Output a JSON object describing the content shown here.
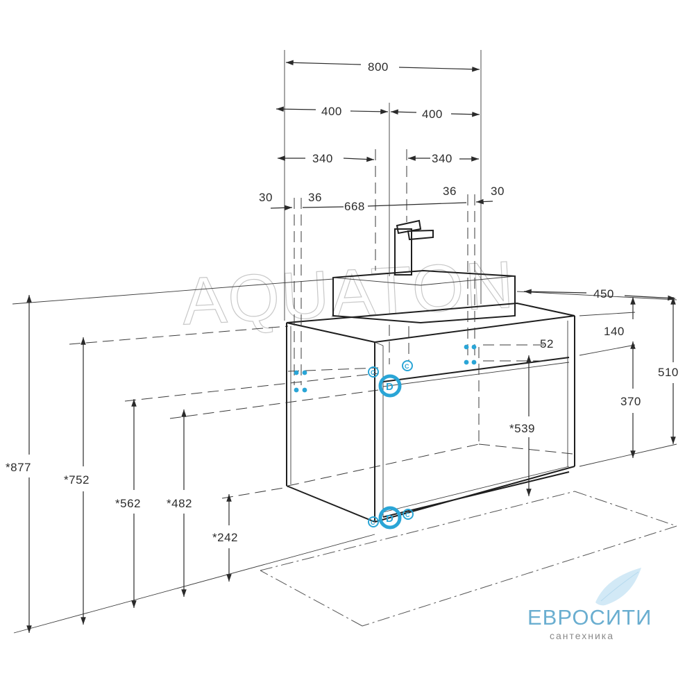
{
  "watermark": "AQUATON",
  "dimensions": {
    "total_width": "800",
    "half_left": "400",
    "half_right": "400",
    "offset_left": "340",
    "offset_right": "340",
    "edge_left": "30",
    "inner_left": "36",
    "inner_width": "668",
    "inner_right": "36",
    "edge_right": "30",
    "depth": "450",
    "top_section": "140",
    "shelf": "52",
    "height": "510",
    "lower_section": "370",
    "inner_height": "*539",
    "h_877": "*877",
    "h_752": "*752",
    "h_562": "*562",
    "h_482": "*482",
    "h_242": "*242"
  },
  "markers": {
    "drain": "D",
    "cold": "C"
  },
  "logo": {
    "name": "ЕВРОСИТИ",
    "tagline": "сантехника"
  },
  "colors": {
    "accent": "#2aa5d6",
    "logo": "#6aaed0"
  }
}
